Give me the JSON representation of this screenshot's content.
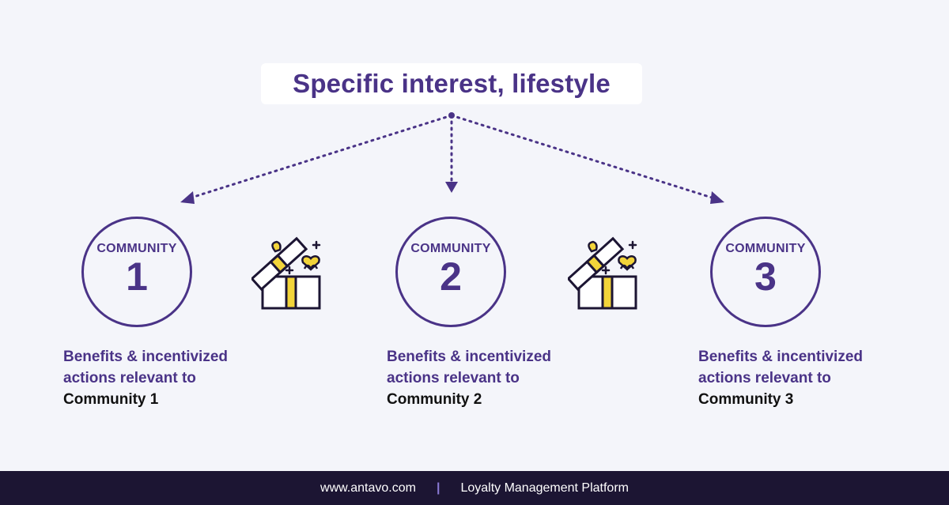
{
  "title": "Specific interest, lifestyle",
  "communities": [
    {
      "label": "COMMUNITY",
      "number": "1",
      "benefits_line1": "Benefits & incentivized",
      "benefits_line2": "actions relevant to",
      "benefits_name": "Community 1"
    },
    {
      "label": "COMMUNITY",
      "number": "2",
      "benefits_line1": "Benefits & incentivized",
      "benefits_line2": "actions relevant to",
      "benefits_name": "Community 2"
    },
    {
      "label": "COMMUNITY",
      "number": "3",
      "benefits_line1": "Benefits & incentivized",
      "benefits_line2": "actions relevant to",
      "benefits_name": "Community 3"
    }
  ],
  "footer": {
    "website": "www.antavo.com",
    "separator": "|",
    "tagline": "Loyalty Management Platform"
  },
  "colors": {
    "primary": "#4a3387",
    "gift_yellow": "#f2d43a",
    "background": "#f4f5fa",
    "footer_bg": "#1c1533"
  },
  "icons": [
    "gift-box-icon",
    "heart-icon",
    "sparkle-icon",
    "arrow-down-icon"
  ]
}
